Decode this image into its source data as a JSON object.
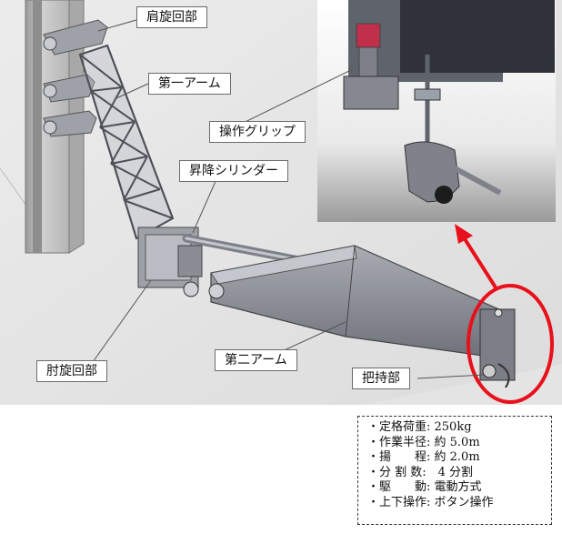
{
  "labels": {
    "shoulder": "肩旋回部",
    "first_arm": "第一アーム",
    "grip": "操作グリップ",
    "cylinder": "昇降シリンダー",
    "elbow": "肘旋回部",
    "second_arm": "第二アーム",
    "gripper": "把持部"
  },
  "specs": [
    "・定格荷重: 250kg",
    "・作業半径: 約 5.0m",
    "・揚　　程: 約 2.0m",
    "・分 割 数:　4 分割",
    "・駆　　動: 電動方式",
    "・上下操作: ボタン操作"
  ],
  "colors": {
    "highlight": "#e8101b",
    "metal": "#8a8d96",
    "metal_dark": "#5b5e66",
    "grip_red": "#c0304a"
  }
}
